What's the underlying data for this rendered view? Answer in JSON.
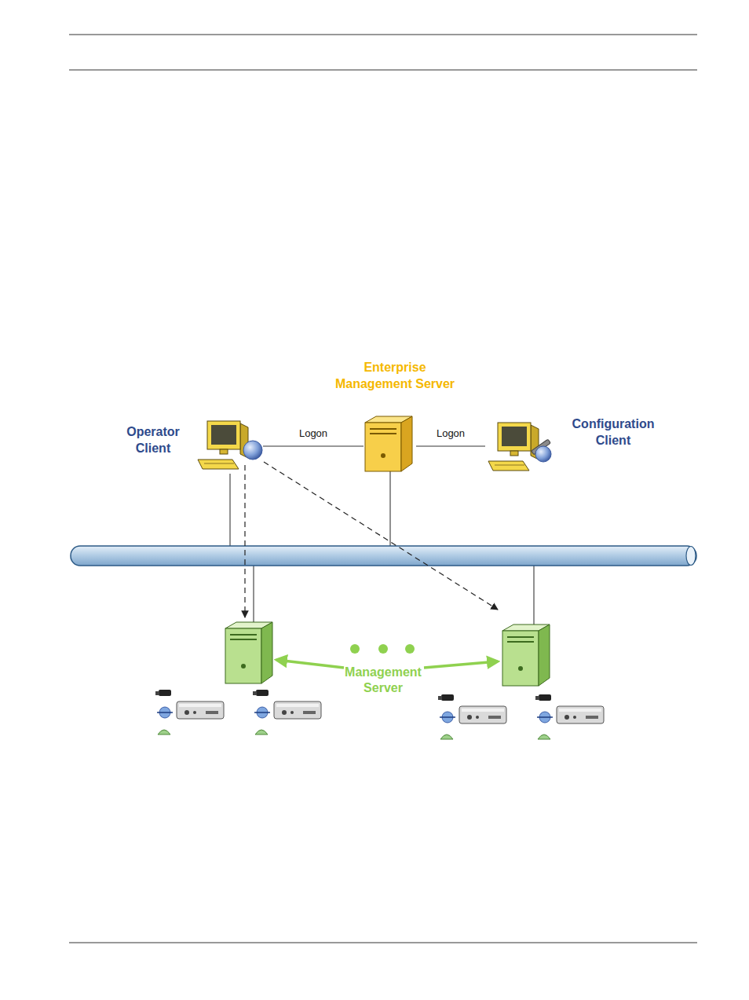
{
  "diagram": {
    "nodes": [
      {
        "text": [
          "Operator Client"
        ]
      },
      {
        "text": [
          "Enterprise Management Server"
        ]
      },
      {
        "text": [
          "Configuration Client"
        ]
      }
    ],
    "edges": [
      {
        "from": 0,
        "to": 1,
        "label": "Logon",
        "arrow": "none"
      },
      {
        "from": 1,
        "to": 2,
        "label": "Logon",
        "arrow": "none"
      }
    ],
    "labels": [
      "Management Server"
    ]
  }
}
